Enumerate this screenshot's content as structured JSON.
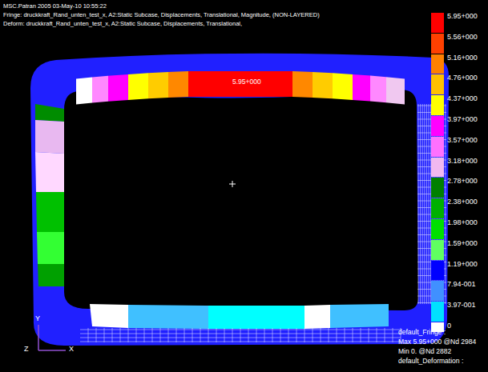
{
  "diagram": {
    "labels": [
      "MSC.Patran 2005 03-May-10 10:55:22",
      "Fringe: druckkraft_Rand_unten_test_x, A2:Static Subcase, Displacements, Translational, Magnitude, (NON-LAYERED)",
      "Deform: druckkraft_Rand_unten_test_x, A2:Static Subcase, Displacements, Translational,",
      "5.95+000",
      "default_Fringe :",
      "Max 5.95+000 @Nd 2984",
      "Min 0. @Nd 2882",
      "default_Deformation :",
      "Y",
      "Z",
      "X"
    ],
    "legend": [
      {
        "text": "5.95+000",
        "color": "#ff0000"
      },
      {
        "text": "5.56+000",
        "color": "#ff4000"
      },
      {
        "text": "5.16+000",
        "color": "#ff8000"
      },
      {
        "text": "4.76+000",
        "color": "#ffc000"
      },
      {
        "text": "4.37+000",
        "color": "#ffff00"
      },
      {
        "text": "3.97+000",
        "color": "#ff00ff"
      },
      {
        "text": "3.57+000",
        "color": "#ff70ff"
      },
      {
        "text": "3.18+000",
        "color": "#f0b8f0"
      },
      {
        "text": "2.78+000",
        "color": "#008000"
      },
      {
        "text": "2.38+000",
        "color": "#00b000"
      },
      {
        "text": "1.98+000",
        "color": "#00e000"
      },
      {
        "text": "1.59+000",
        "color": "#60ff60"
      },
      {
        "text": "1.19+000",
        "color": "#0000ff"
      },
      {
        "text": "7.94-001",
        "color": "#4090ff"
      },
      {
        "text": "3.97-001",
        "color": "#00e0ff"
      },
      {
        "text": "0",
        "color": "#ffffff"
      }
    ]
  }
}
